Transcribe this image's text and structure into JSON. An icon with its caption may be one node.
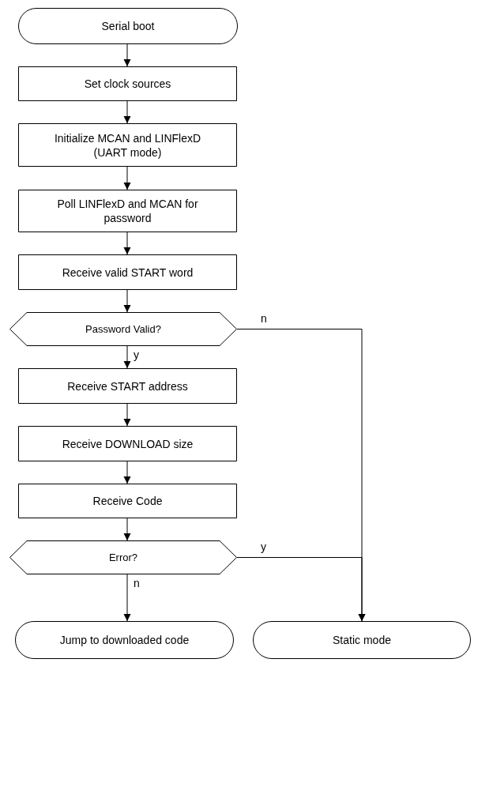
{
  "diagram": {
    "nodes": [
      {
        "text": [
          "Serial boot"
        ]
      },
      {
        "text": [
          "Set clock sources"
        ]
      },
      {
        "text": [
          "Initialize MCAN and LINFlexD (UART mode)"
        ]
      },
      {
        "text": [
          "Poll LINFlexD and MCAN for password"
        ]
      },
      {
        "text": [
          "Receive valid START word"
        ]
      },
      {
        "text": [
          "Password Valid?"
        ]
      },
      {
        "text": [
          "Receive START address"
        ]
      },
      {
        "text": [
          "Receive DOWNLOAD size"
        ]
      },
      {
        "text": [
          "Receive Code"
        ]
      },
      {
        "text": [
          "Error?"
        ]
      },
      {
        "text": [
          "Jump to downloaded code"
        ]
      },
      {
        "text": [
          "Static mode"
        ]
      }
    ],
    "edges": [
      {
        "from": 0,
        "to": 1,
        "arrow": "to"
      },
      {
        "from": 1,
        "to": 2,
        "arrow": "to"
      },
      {
        "from": 2,
        "to": 3,
        "arrow": "to"
      },
      {
        "from": 3,
        "to": 4,
        "arrow": "to"
      },
      {
        "from": 4,
        "to": 5,
        "arrow": "to"
      },
      {
        "from": 5,
        "to": 6,
        "arrow": "to",
        "label": "y"
      },
      {
        "from": 5,
        "to": 11,
        "arrow": "to",
        "label": "n"
      },
      {
        "from": 6,
        "to": 7,
        "arrow": "to"
      },
      {
        "from": 7,
        "to": 8,
        "arrow": "to"
      },
      {
        "from": 8,
        "to": 9,
        "arrow": "to"
      },
      {
        "from": 9,
        "to": 10,
        "arrow": "to",
        "label": "n"
      },
      {
        "from": 9,
        "to": 11,
        "arrow": "to",
        "label": "y"
      }
    ]
  }
}
